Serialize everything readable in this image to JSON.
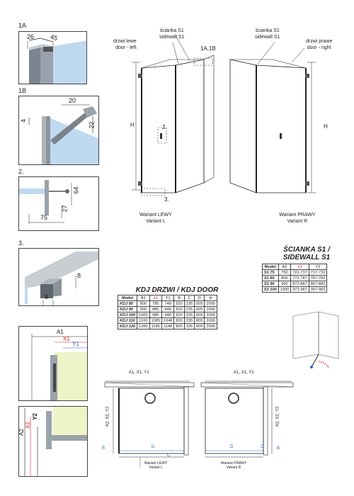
{
  "panels": {
    "p1a": {
      "label": "1A",
      "dim1": "26",
      "dim2": "45"
    },
    "p1b": {
      "label": "1B",
      "dim1": "20",
      "dim2": "4",
      "dim3": "22"
    },
    "p2": {
      "label": "2.",
      "dim1": "64",
      "dim2": "27",
      "dim3": "75"
    },
    "p3": {
      "label": "3.",
      "dim1": "8",
      "dim2": "8"
    },
    "pa1": {
      "a1": "A1",
      "x1": "X1",
      "y1": "Y1"
    },
    "pa2": {
      "a2": "A2",
      "x2": "X2",
      "y2": "Y2"
    }
  },
  "left_drawing": {
    "door_label": "drzwi lewe\ndoor - left",
    "wall_label": "ścianka S1\nsidewall S1",
    "ref_label": "1A,1B",
    "h_label": "H",
    "ref2": "2.",
    "ref3": "3.",
    "caption": "Wariant LEWY\nVariant L"
  },
  "right_drawing": {
    "wall_label": "ścianka S1\nsidewall S1",
    "door_label": "drzwi prawe\ndoor - right",
    "h_label": "H",
    "caption": "Wariant PRAWY\nVariant R"
  },
  "sidewall_table": {
    "title": "ŚCIANKA S1 /\nSIDEWALL S1",
    "headers": [
      "Model",
      "A2",
      "X2",
      "Y2"
    ],
    "rows": [
      [
        "S1 75",
        "750",
        "722-737",
        "717-732"
      ],
      [
        "S1 80",
        "800",
        "772-787",
        "767-782"
      ],
      [
        "S1 90",
        "900",
        "872-887",
        "867-882"
      ],
      [
        "S1 100",
        "1000",
        "972-987",
        "967-982"
      ]
    ]
  },
  "door_table": {
    "title": "KDJ DRZWI / KDJ DOOR",
    "headers": [
      "Model",
      "A1",
      "X1",
      "Y1",
      "B",
      "C",
      "D",
      "H"
    ],
    "rows": [
      [
        "KDJ 80",
        "800",
        "785",
        "748",
        "520",
        "235",
        "505",
        "2000"
      ],
      [
        "KDJ 90",
        "900",
        "885",
        "848",
        "620",
        "235",
        "605",
        "2000"
      ],
      [
        "KDJ 100",
        "1000",
        "985",
        "948",
        "620",
        "335",
        "605",
        "2000"
      ],
      [
        "KDJ 110",
        "1100",
        "1085",
        "1048",
        "820",
        "235",
        "805",
        "2000"
      ],
      [
        "KDJ 120",
        "1200",
        "1185",
        "1148",
        "820",
        "335",
        "805",
        "2000"
      ]
    ]
  },
  "plan_left": {
    "top": "A1, X1, Y1",
    "side": "A2, X2, Y2",
    "b": "B",
    "d": "D",
    "c": "C",
    "caption": "Wariant LEWY\nVariant L"
  },
  "plan_right": {
    "top": "A1, X1, Y1",
    "side": "A2, X2, Y2",
    "b": "B",
    "d": "D",
    "c": "C",
    "caption": "Wariant PRAWY\nVariant R"
  },
  "colors": {
    "glass": "#bfd9f0",
    "profile": "#888888",
    "red": "#dd2222",
    "accent_blue": "#2266cc",
    "green_tint": "#eef3c8"
  }
}
